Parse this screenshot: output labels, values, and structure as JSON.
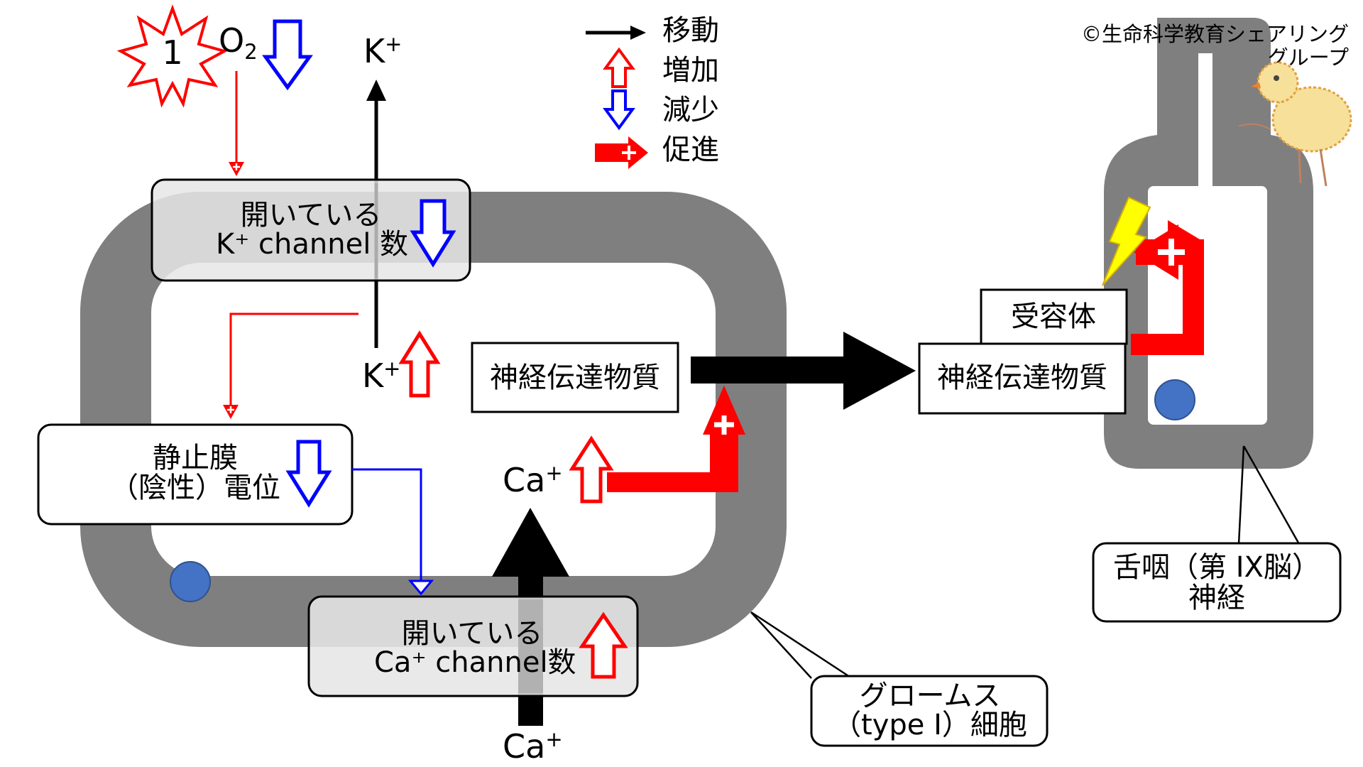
{
  "copyright": {
    "line1": "©生命科学教育シェアリング",
    "line2": "グループ"
  },
  "legend": {
    "move_label": "移動",
    "increase_label": "増加",
    "decrease_label": "減少",
    "promote_label": "促進"
  },
  "step_badge": "1",
  "oxygen": {
    "symbol": "O",
    "subscript": "2"
  },
  "ions": {
    "k_top": {
      "base": "K",
      "sup": "+"
    },
    "k_inside": {
      "base": "K",
      "sup": "+"
    },
    "ca_inside": {
      "base": "Ca",
      "sup": "+"
    },
    "ca_bottom": {
      "base": "Ca",
      "sup": "+"
    }
  },
  "boxes": {
    "k_channel": {
      "line1": "開いている",
      "line2": "K⁺ channel 数"
    },
    "resting_potential": {
      "line1": "静止膜",
      "line2": "（陰性）電位"
    },
    "ca_channel": {
      "line1": "開いている",
      "line2": "Ca⁺ channel数"
    },
    "transmitter_cell": "神経伝達物質",
    "transmitter_nerve": "神経伝達物質",
    "receptor": "受容体",
    "glomus_callout": {
      "line1": "グロームス",
      "line2": "（type Ⅰ）細胞"
    },
    "nerve_callout": {
      "line1": "舌咽（第 IX脳）",
      "line2": "神経"
    }
  },
  "colors": {
    "membrane": "#7f7f7f",
    "increase": "#ff0000",
    "decrease": "#0000ff",
    "movement": "#000000",
    "nucleus": "#4472c4",
    "box_fill_gray": "#e6e6e6"
  },
  "icons": {
    "burst": "star-burst-icon",
    "bolt": "lightning-bolt-icon",
    "chick": "chick-drawing-icon"
  }
}
